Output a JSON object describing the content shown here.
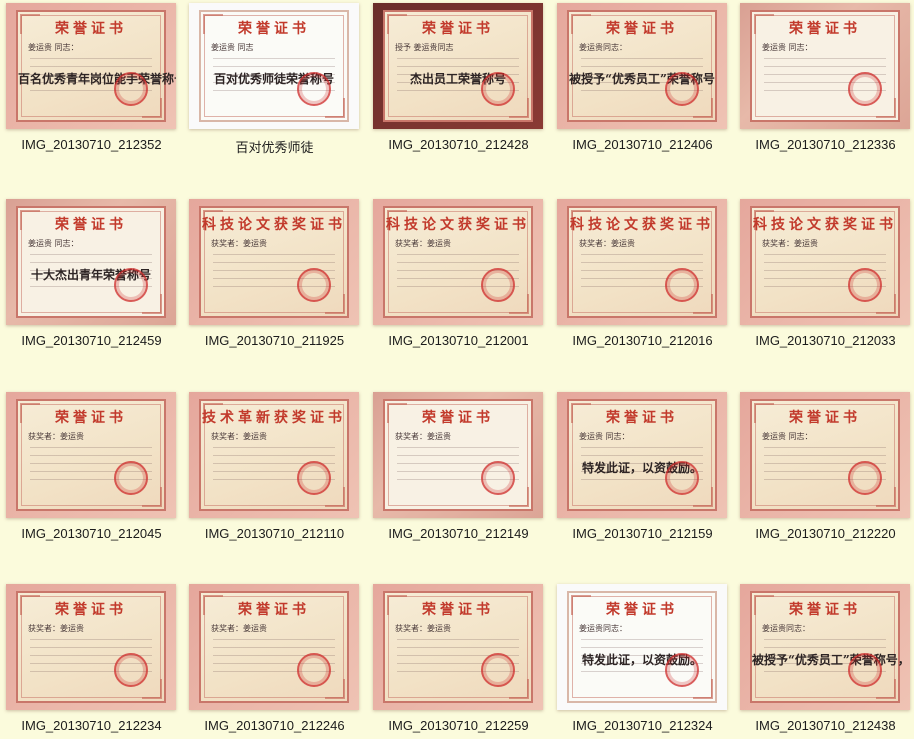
{
  "gallery": {
    "items": [
      {
        "filename": "IMG_20130710_212352",
        "title": "荣誉证书",
        "body": "姜运贵 同志：",
        "main": "百名优秀青年岗位能手荣誉称号"
      },
      {
        "filename": "百对优秀师徒",
        "title": "荣誉证书",
        "body": "姜运贵  同志",
        "main": "百对优秀师徒荣誉称号"
      },
      {
        "filename": "IMG_20130710_212428",
        "title": "荣誉证书",
        "body": "授予 姜运贵同志",
        "main": "杰出员工荣誉称号"
      },
      {
        "filename": "IMG_20130710_212406",
        "title": "荣誉证书",
        "body": "姜运贵同志：",
        "main": "被授予“优秀员工”荣誉称号"
      },
      {
        "filename": "IMG_20130710_212336",
        "title": "荣誉证书",
        "body": "姜运贵 同志：",
        "main": ""
      },
      {
        "filename": "IMG_20130710_212459",
        "title": "荣誉证书",
        "body": "姜运贵 同志：",
        "main": "十大杰出青年荣誉称号"
      },
      {
        "filename": "IMG_20130710_211925",
        "title": "科技论文获奖证书",
        "body": "获奖者：姜运贵",
        "main": ""
      },
      {
        "filename": "IMG_20130710_212001",
        "title": "科技论文获奖证书",
        "body": "获奖者：姜运贵",
        "main": ""
      },
      {
        "filename": "IMG_20130710_212016",
        "title": "科技论文获奖证书",
        "body": "获奖者：姜运贵",
        "main": ""
      },
      {
        "filename": "IMG_20130710_212033",
        "title": "科技论文获奖证书",
        "body": "获奖者：姜运贵",
        "main": ""
      },
      {
        "filename": "IMG_20130710_212045",
        "title": "荣誉证书",
        "body": "获奖者：姜运贵",
        "main": ""
      },
      {
        "filename": "IMG_20130710_212110",
        "title": "技术革新获奖证书",
        "body": "获奖者：姜运贵",
        "main": ""
      },
      {
        "filename": "IMG_20130710_212149",
        "title": "荣誉证书",
        "body": "获奖者：姜运贵",
        "main": ""
      },
      {
        "filename": "IMG_20130710_212159",
        "title": "荣誉证书",
        "body": "姜运贵 同志：",
        "main": "特发此证，以资鼓励。"
      },
      {
        "filename": "IMG_20130710_212220",
        "title": "荣誉证书",
        "body": "姜运贵 同志：",
        "main": ""
      },
      {
        "filename": "IMG_20130710_212234",
        "title": "荣誉证书",
        "body": "获奖者：姜运贵",
        "main": ""
      },
      {
        "filename": "IMG_20130710_212246",
        "title": "荣誉证书",
        "body": "获奖者：姜运贵",
        "main": ""
      },
      {
        "filename": "IMG_20130710_212259",
        "title": "荣誉证书",
        "body": "获奖者：姜运贵",
        "main": ""
      },
      {
        "filename": "IMG_20130710_212324",
        "title": "荣誉证书",
        "body": "姜运贵同志：",
        "main": "特发此证，以资鼓励。"
      },
      {
        "filename": "IMG_20130710_212438",
        "title": "荣誉证书",
        "body": "姜运贵同志：",
        "main": "被授予“优秀员工”荣誉称号，"
      }
    ]
  },
  "colors": {
    "background": "#fbfbdc",
    "certificate_title": "#c23a2c",
    "certificate_paper": "#f2e2c6",
    "certificate_frame": "#c9766a"
  }
}
